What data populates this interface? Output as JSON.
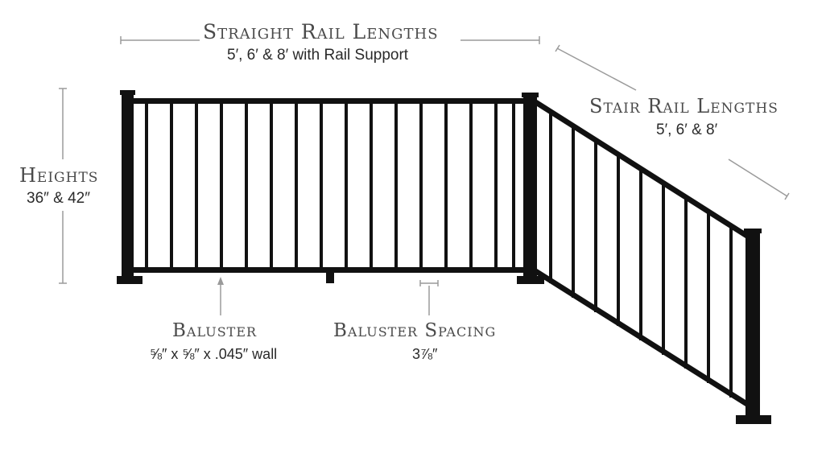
{
  "straight": {
    "title": "Straight Rail Lengths",
    "sub": "5′, 6′ & 8′ with Rail Support"
  },
  "stair": {
    "title": "Stair Rail Lengths",
    "sub": "5′, 6′ & 8′"
  },
  "heights": {
    "title": "Heights",
    "sub": "36″ & 42″"
  },
  "baluster": {
    "title": "Baluster",
    "sub": "⅝″ x ⅝″ x .045″ wall"
  },
  "spacing": {
    "title": "Baluster Spacing",
    "sub": "3⅞″"
  },
  "colors": {
    "rail": "#111111",
    "dimension_line": "#9a9a9a",
    "text": "#4a4a4a"
  }
}
